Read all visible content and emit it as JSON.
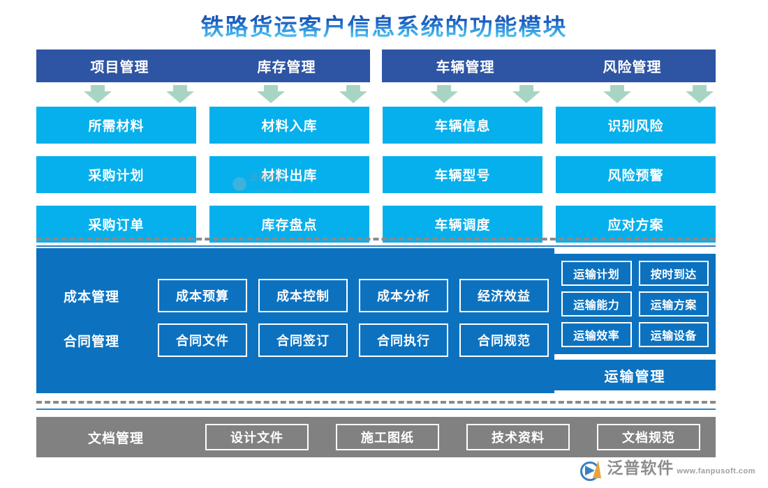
{
  "title": "铁路货运客户信息系统的功能模块",
  "colors": {
    "header_bar": "#2e55a3",
    "module_box": "#06b0ec",
    "mid_panel": "#0c72c0",
    "footer_band": "#818181",
    "arrow": "#a8d5c3",
    "divider": "#8a8a8a"
  },
  "header_bars": [
    {
      "cells": [
        "项目管理",
        "库存管理"
      ]
    },
    {
      "cells": [
        "车辆管理",
        "风险管理"
      ]
    }
  ],
  "arrows": [
    "down-arrow",
    "down-arrow",
    "down-arrow",
    "down-arrow",
    "down-arrow",
    "down-arrow",
    "down-arrow",
    "down-arrow"
  ],
  "modules": [
    "所需材料",
    "材料入库",
    "车辆信息",
    "识别风险",
    "采购计划",
    "材料出库",
    "车辆型号",
    "风险预警",
    "采购订单",
    "库存盘点",
    "车辆调度",
    "应对方案"
  ],
  "mid_panel": {
    "rows": [
      {
        "label": "成本管理",
        "items": [
          "成本预算",
          "成本控制",
          "成本分析",
          "经济效益"
        ]
      },
      {
        "label": "合同管理",
        "items": [
          "合同文件",
          "合同签订",
          "合同执行",
          "合同规范"
        ]
      }
    ]
  },
  "transport": {
    "items": [
      "运输计划",
      "按时到达",
      "运输能力",
      "运输方案",
      "运输效率",
      "运输设备"
    ],
    "title": "运输管理"
  },
  "footer": {
    "label": "文档管理",
    "items": [
      "设计文件",
      "施工图纸",
      "技术资料",
      "文档规范"
    ]
  },
  "watermark": {
    "cn": "泛普软件",
    "en": "FANPU SOFTWARE"
  },
  "brand": {
    "name": "泛普软件",
    "url": "www.fanpusoft.com"
  }
}
